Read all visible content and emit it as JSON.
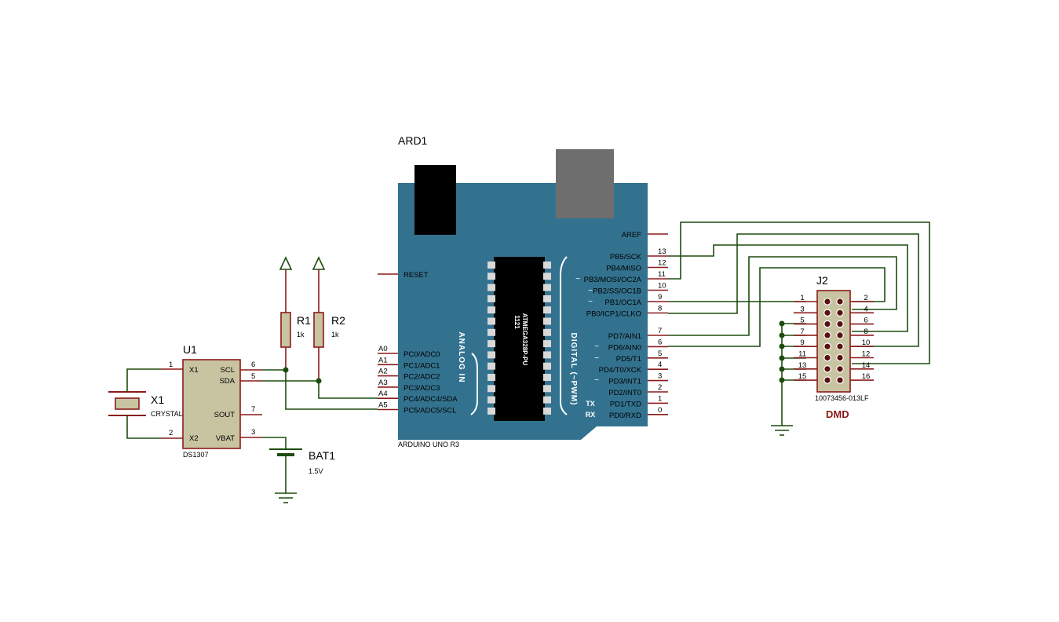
{
  "arduino": {
    "ref": "ARD1",
    "model": "ARDUINO UNO R3",
    "chip_line1": "1121",
    "chip_line2": "ATMEGA328P-PU",
    "analog_title": "ANALOG IN",
    "digital_title": "DIGITAL (~PWM)",
    "reset": "RESET",
    "tilde": "~",
    "tx": "TX",
    "rx": "RX",
    "left_pins": [
      {
        "num": "A0",
        "label": "PC0/ADC0"
      },
      {
        "num": "A1",
        "label": "PC1/ADC1"
      },
      {
        "num": "A2",
        "label": "PC2/ADC2"
      },
      {
        "num": "A3",
        "label": "PC3/ADC3"
      },
      {
        "num": "A4",
        "label": "PC4/ADC4/SDA"
      },
      {
        "num": "A5",
        "label": "PC5/ADC5/SCL"
      }
    ],
    "right_pins_top": [
      {
        "num": "",
        "label": "AREF"
      },
      {
        "num": "13",
        "label": "PB5/SCK"
      },
      {
        "num": "12",
        "label": "PB4/MISO"
      },
      {
        "num": "11",
        "label": "PB3/MOSI/OC2A"
      },
      {
        "num": "10",
        "label": "PB2/SS/OC1B"
      },
      {
        "num": "9",
        "label": "PB1/OC1A"
      },
      {
        "num": "8",
        "label": "PB0/ICP1/CLKO"
      }
    ],
    "right_pins_bottom": [
      {
        "num": "7",
        "label": "PD7/AIN1"
      },
      {
        "num": "6",
        "label": "PD6/AIN0"
      },
      {
        "num": "5",
        "label": "PD5/T1"
      },
      {
        "num": "4",
        "label": "PD4/T0/XCK"
      },
      {
        "num": "3",
        "label": "PD3/INT1"
      },
      {
        "num": "2",
        "label": "PD2/INT0"
      },
      {
        "num": "1",
        "label": "PD1/TXD"
      },
      {
        "num": "0",
        "label": "PD0/RXD"
      }
    ]
  },
  "u1": {
    "ref": "U1",
    "part": "DS1307",
    "pins": [
      {
        "num": "1",
        "label": "X1"
      },
      {
        "num": "2",
        "label": "X2"
      },
      {
        "num": "6",
        "label": "SCL"
      },
      {
        "num": "5",
        "label": "SDA"
      },
      {
        "num": "7",
        "label": "SOUT"
      },
      {
        "num": "3",
        "label": "VBAT"
      }
    ]
  },
  "x1": {
    "ref": "X1",
    "value": "CRYSTAL"
  },
  "r1": {
    "ref": "R1",
    "value": "1k"
  },
  "r2": {
    "ref": "R2",
    "value": "1k"
  },
  "bat1": {
    "ref": "BAT1",
    "value": "1.5V"
  },
  "j2": {
    "ref": "J2",
    "part": "10073456-013LF",
    "name": "DMD",
    "left_nums": [
      "1",
      "3",
      "5",
      "7",
      "9",
      "11",
      "13",
      "15"
    ],
    "right_nums": [
      "2",
      "4",
      "6",
      "8",
      "10",
      "12",
      "14",
      "16"
    ]
  },
  "colors": {
    "board": "#33728f",
    "wire": "#1d4d0e",
    "pin": "#8b1a1a",
    "component_fill": "#c8c4a2",
    "chip": "#000000",
    "usb": "#6e6e6e"
  }
}
